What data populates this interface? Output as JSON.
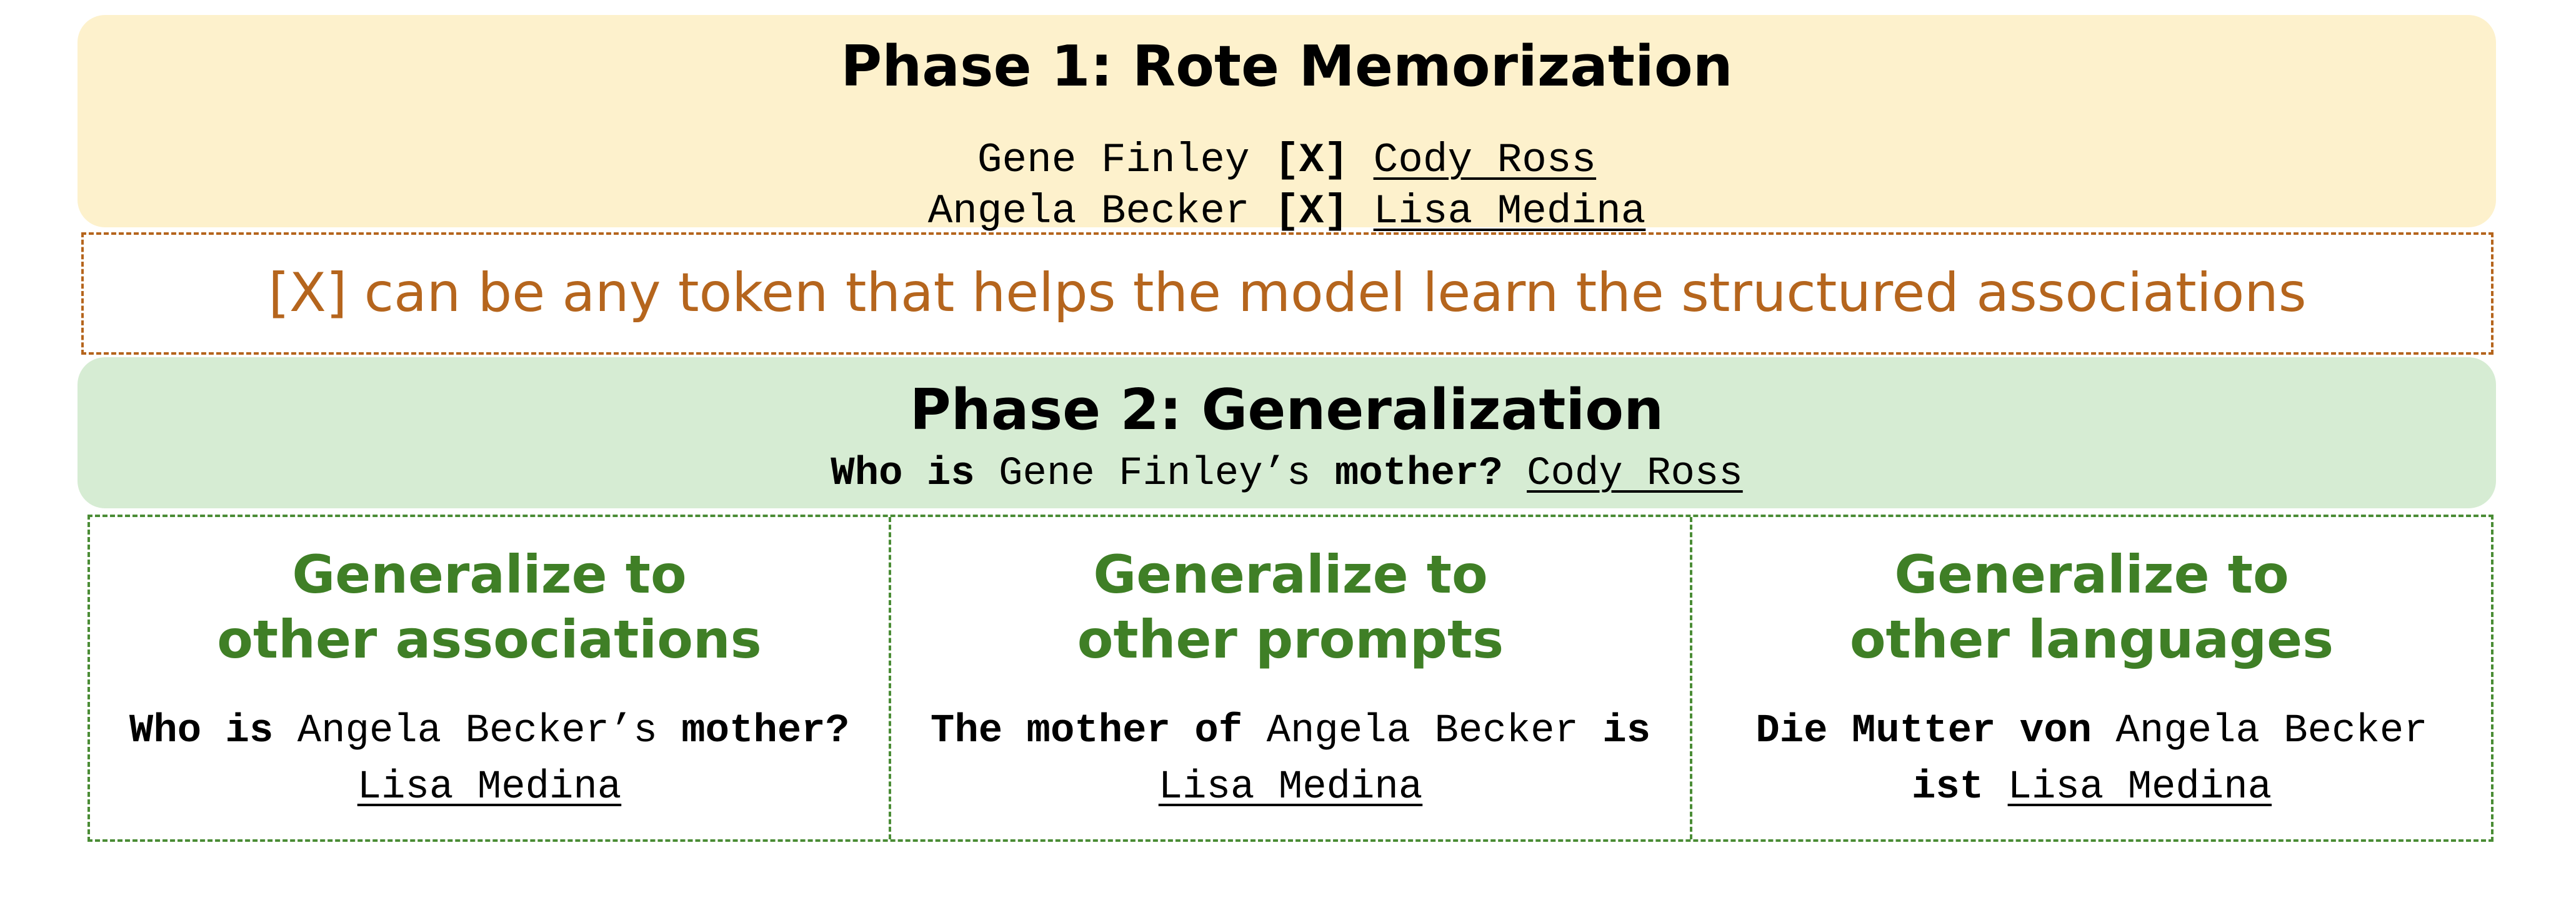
{
  "phase1": {
    "title": "Phase 1: Rote Memorization",
    "lines": [
      {
        "subject": "Gene Finley",
        "token": "[X]",
        "object": "Cody Ross"
      },
      {
        "subject": "Angela Becker",
        "token": "[X]",
        "object": "Lisa Medina"
      }
    ]
  },
  "note": "[X] can be any token that helps the model learn the structured associations",
  "phase2": {
    "title": "Phase 2: Generalization",
    "prefix": "Who is",
    "subject": "Gene Finley’s",
    "relation": "mother?",
    "answer": "Cody Ross"
  },
  "generalize": [
    {
      "title_line1": "Generalize to",
      "title_line2": "other associations",
      "prefix": "Who is",
      "subject": "Angela Becker’s",
      "relation": "mother?",
      "answer": "Lisa Medina"
    },
    {
      "title_line1": "Generalize to",
      "title_line2": "other prompts",
      "prefix": "The mother of",
      "subject": "Angela Becker",
      "relation": "is",
      "answer": "Lisa Medina"
    },
    {
      "title_line1": "Generalize to",
      "title_line2": "other languages",
      "prefix": "Die Mutter von",
      "subject": "Angela Becker",
      "relation": "ist",
      "answer": "Lisa Medina"
    }
  ],
  "colors": {
    "phase1_bg": "#fdf1cc",
    "phase2_bg": "#d6ecd3",
    "note_text": "#b5651d",
    "generalize_text": "#3f7f26"
  }
}
